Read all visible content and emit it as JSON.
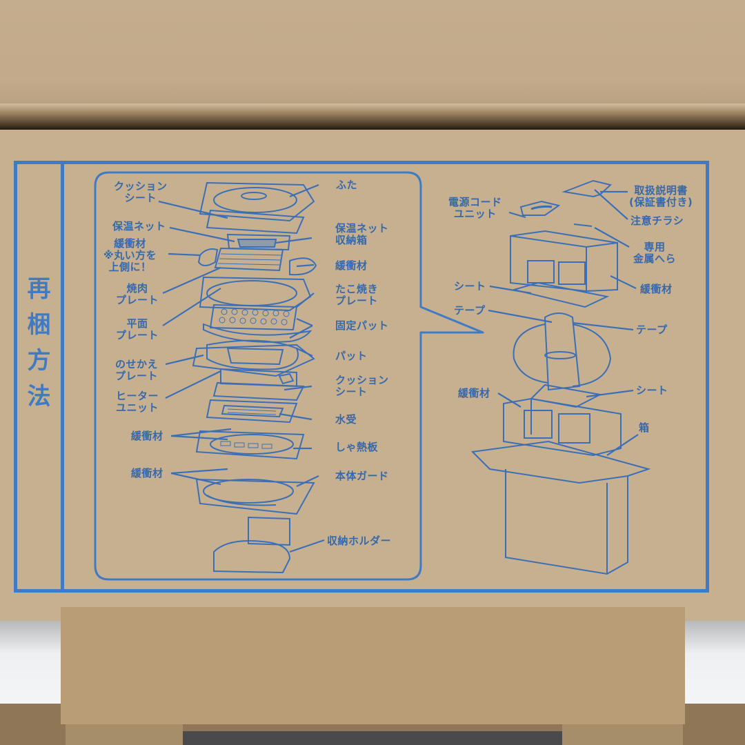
{
  "colors": {
    "ink": "#3f7bc4",
    "label": "#3568ac",
    "cardboard": "#c7b08f"
  },
  "title": {
    "chars": [
      "再",
      "梱",
      "方",
      "法"
    ],
    "text": "再梱方法"
  },
  "left_diagram": {
    "left_labels": [
      {
        "id": "cushion-sheet-top",
        "text": "クッション\nシート"
      },
      {
        "id": "warming-net",
        "text": "保温ネット"
      },
      {
        "id": "buffer-round",
        "text": "緩衝材\n※丸い方を\n上側に！"
      },
      {
        "id": "yakiniku-plate",
        "text": "焼肉\nプレート"
      },
      {
        "id": "flat-plate",
        "text": "平面\nプレート"
      },
      {
        "id": "swap-plate",
        "text": "のせかえ\nプレート"
      },
      {
        "id": "heater-unit",
        "text": "ヒーター\nユニット"
      },
      {
        "id": "buffer-mid",
        "text": "緩衝材"
      },
      {
        "id": "buffer-low",
        "text": "緩衝材"
      }
    ],
    "right_labels": [
      {
        "id": "lid",
        "text": "ふた"
      },
      {
        "id": "net-storage-box",
        "text": "保温ネット\n収納箱"
      },
      {
        "id": "buffer-right",
        "text": "緩衝材"
      },
      {
        "id": "takoyaki-plate",
        "text": "たこ焼き\nプレート"
      },
      {
        "id": "fixing-pad",
        "text": "固定パット"
      },
      {
        "id": "pad",
        "text": "パット"
      },
      {
        "id": "cushion-sheet-mid",
        "text": "クッション\nシート"
      },
      {
        "id": "water-tray",
        "text": "水受"
      },
      {
        "id": "heat-shield",
        "text": "しゃ熱板"
      },
      {
        "id": "body-guard",
        "text": "本体ガード"
      },
      {
        "id": "storage-holder",
        "text": "収納ホルダー"
      }
    ]
  },
  "right_diagram": {
    "labels": [
      {
        "id": "power-cord-unit",
        "text": "電源コード\nユニット"
      },
      {
        "id": "manual",
        "text": "取扱説明書\n(保証書付き)"
      },
      {
        "id": "caution-flyer",
        "text": "注意チラシ"
      },
      {
        "id": "metal-spatula",
        "text": "専用\n金属へら"
      },
      {
        "id": "sheet-top",
        "text": "シート"
      },
      {
        "id": "buffer-top",
        "text": "緩衝材"
      },
      {
        "id": "tape-left",
        "text": "テープ"
      },
      {
        "id": "tape-right",
        "text": "テープ"
      },
      {
        "id": "buffer-bottom",
        "text": "緩衝材"
      },
      {
        "id": "sheet-bottom",
        "text": "シート"
      },
      {
        "id": "box",
        "text": "箱"
      }
    ]
  }
}
